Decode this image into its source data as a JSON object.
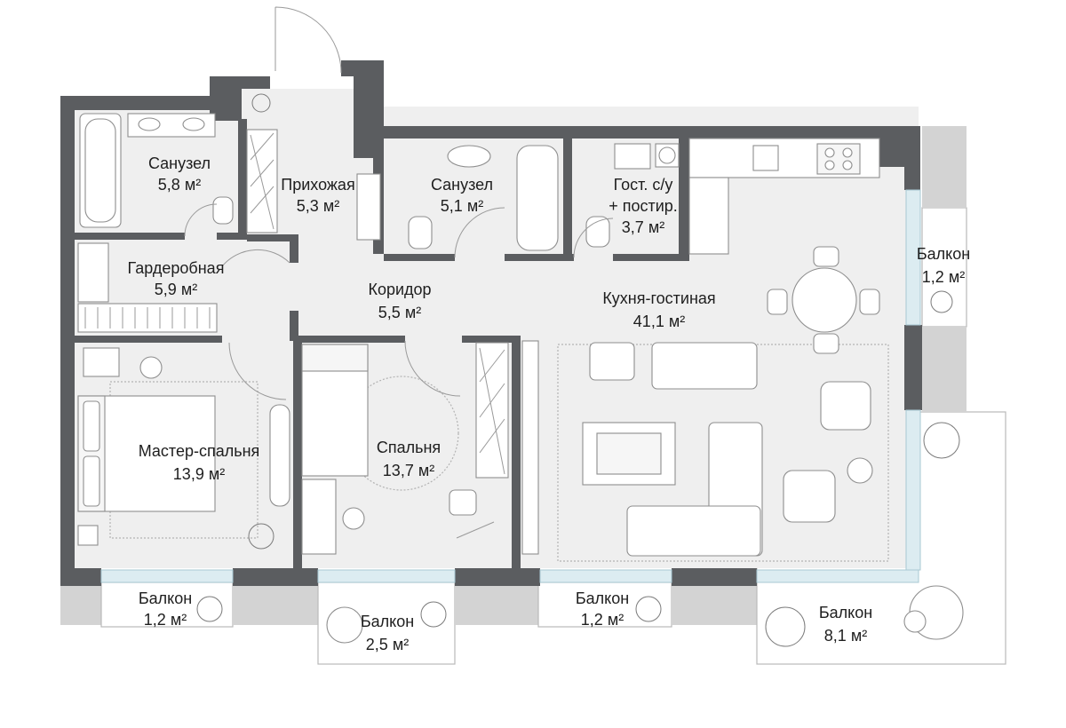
{
  "rooms": [
    {
      "id": "bath1",
      "name": "Санузел",
      "area": "5,8 м²"
    },
    {
      "id": "hall",
      "name": "Прихожая",
      "area": "5,3 м²"
    },
    {
      "id": "bath2",
      "name": "Санузел",
      "area": "5,1 м²"
    },
    {
      "id": "guestwc",
      "name": "Гост. с/у",
      "name2": "+ постир.",
      "area": "3,7 м²"
    },
    {
      "id": "wardrobe",
      "name": "Гардеробная",
      "area": "5,9 м²"
    },
    {
      "id": "corridor",
      "name": "Коридор",
      "area": "5,5 м²"
    },
    {
      "id": "kitchen",
      "name": "Кухня-гостиная",
      "area": "41,1 м²"
    },
    {
      "id": "balcony-right",
      "name": "Балкон",
      "area": "1,2 м²"
    },
    {
      "id": "master",
      "name": "Мастер-спальня",
      "area": "13,9 м²"
    },
    {
      "id": "bedroom",
      "name": "Спальня",
      "area": "13,7 м²"
    },
    {
      "id": "balcony1",
      "name": "Балкон",
      "area": "1,2 м²"
    },
    {
      "id": "balcony2",
      "name": "Балкон",
      "area": "2,5 м²"
    },
    {
      "id": "balcony3",
      "name": "Балкон",
      "area": "1,2 м²"
    },
    {
      "id": "balcony4",
      "name": "Балкон",
      "area": "8,1 м²"
    }
  ],
  "colors": {
    "wall": "#5b5d60",
    "floor": "#efefef",
    "glass": "#dcecf1",
    "balcony_edge": "#d3d3d3"
  }
}
